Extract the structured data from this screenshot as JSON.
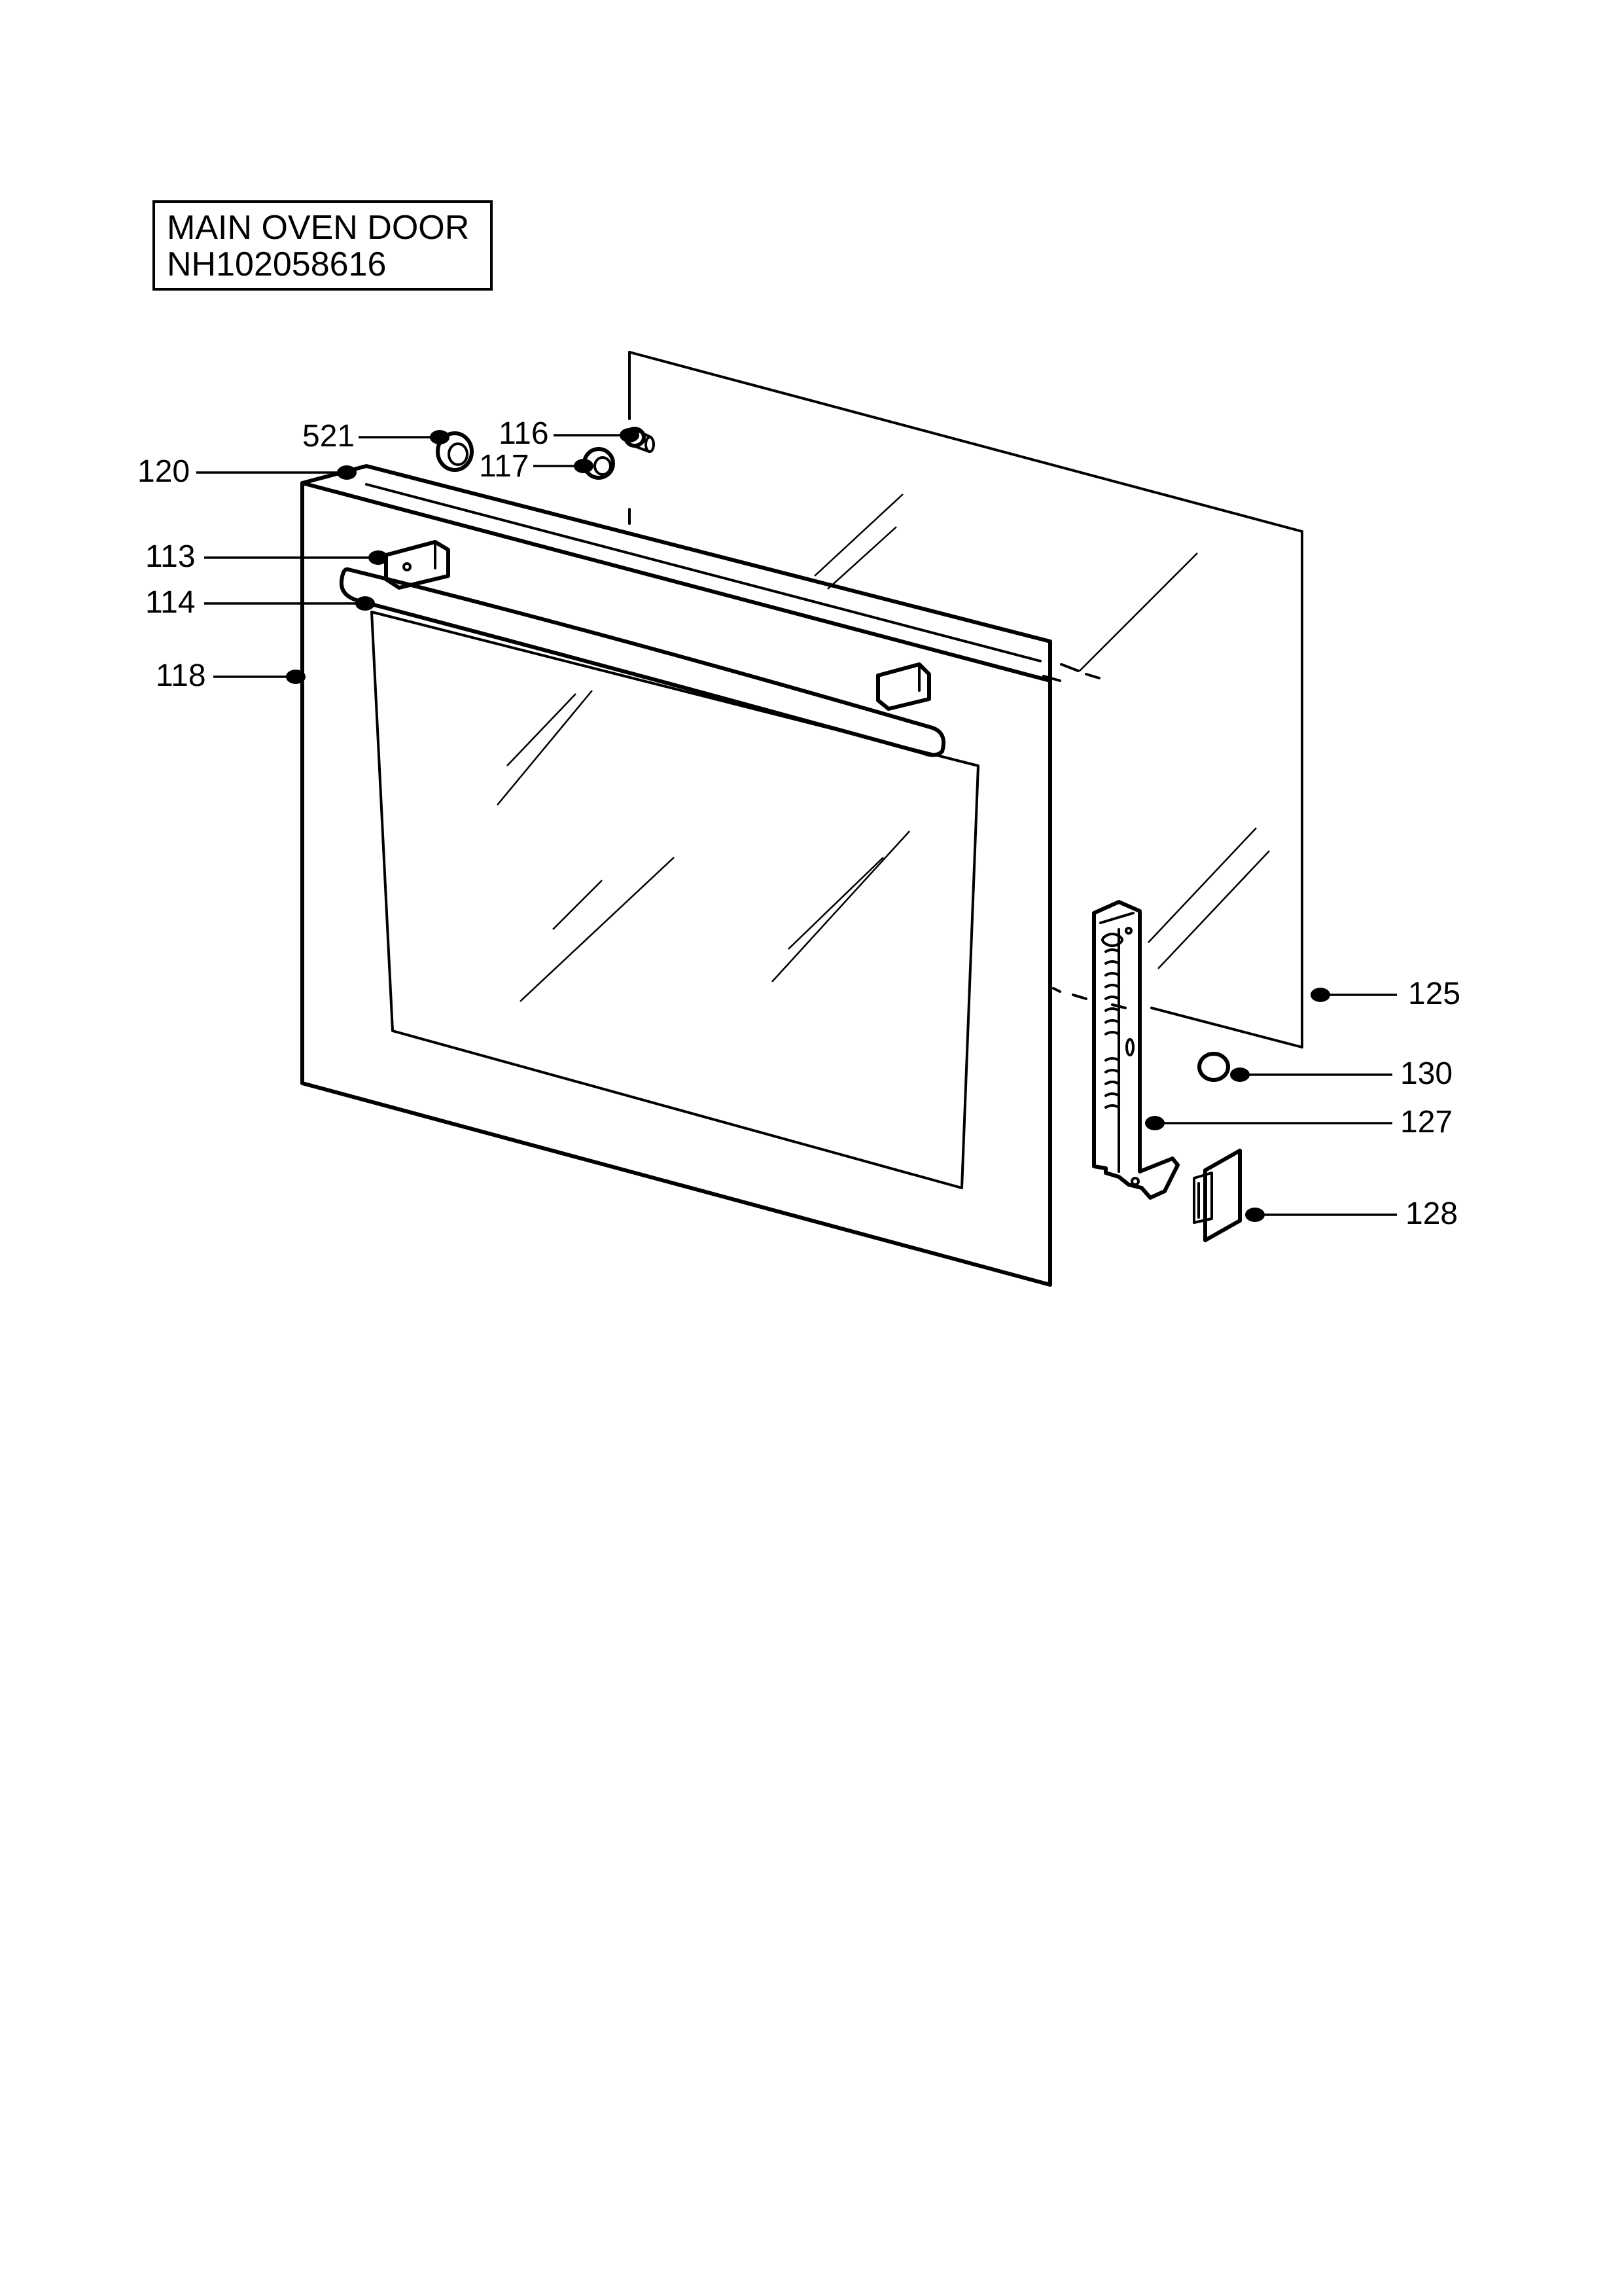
{
  "title": {
    "line1": "MAIN OVEN DOOR",
    "line2": "NH102058616"
  },
  "parts": [
    {
      "id": "p521",
      "label": "521"
    },
    {
      "id": "p116",
      "label": "116"
    },
    {
      "id": "p117",
      "label": "117"
    },
    {
      "id": "p120",
      "label": "120"
    },
    {
      "id": "p113",
      "label": "113"
    },
    {
      "id": "p114",
      "label": "114"
    },
    {
      "id": "p118",
      "label": "118"
    },
    {
      "id": "p125",
      "label": "125"
    },
    {
      "id": "p130",
      "label": "130"
    },
    {
      "id": "p127",
      "label": "127"
    },
    {
      "id": "p128",
      "label": "128"
    }
  ]
}
